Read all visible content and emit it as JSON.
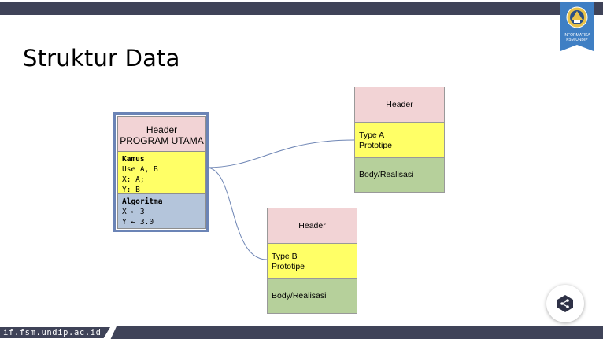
{
  "slide": {
    "title": "Struktur Data",
    "footer_url": "if.fsm.undip.ac.id",
    "logo": {
      "line1": "INFORMATIKA",
      "line2": "FSM UNDIP",
      "icon": "undip-seal-icon"
    },
    "share_icon": "share-icon"
  },
  "main_program": {
    "header_line1": "Header",
    "header_line2": "PROGRAM UTAMA",
    "kamus_title": "Kamus",
    "kamus_lines": [
      "Use A, B",
      "X: A;",
      "Y: B"
    ],
    "alg_title": "Algoritma",
    "alg_lines": [
      "X ← 3",
      "Y ← 3.0"
    ]
  },
  "type_a": {
    "header": "Header",
    "type_line1": "Type A",
    "type_line2": "Prototipe",
    "body": "Body/Realisasi"
  },
  "type_b": {
    "header": "Header",
    "type_line1": "Type B",
    "type_line2": "Prototipe",
    "body": "Body/Realisasi"
  },
  "colors": {
    "bar": "#3f4358",
    "header_pink": "#f2d3d5",
    "type_yellow": "#ffff66",
    "body_green": "#b6d09b",
    "alg_blue": "#b4c5db",
    "frame_blue": "#6b84b6",
    "connector": "#6f86b5",
    "logo_blue": "#3f7fc4"
  }
}
